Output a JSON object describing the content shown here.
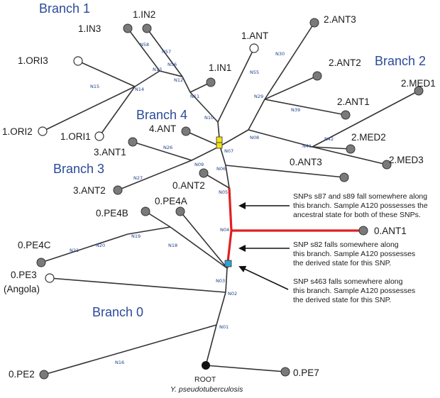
{
  "branches": {
    "b0": "Branch 0",
    "b1": "Branch 1",
    "b2": "Branch 2",
    "b3": "Branch 3",
    "b4": "Branch 4"
  },
  "tips": {
    "IN2": "1.IN2",
    "IN3": "1.IN3",
    "ORI3": "1.ORI3",
    "ORI2": "1.ORI2",
    "ORI1": "1.ORI1",
    "ANT1b": "1.ANT",
    "IN1": "1.IN1",
    "ANT3a": "2.ANT3",
    "ANT2a": "2.ANT2",
    "ANT1a": "2.ANT1",
    "MED1": "2.MED1",
    "MED2": "2.MED2",
    "MED3": "2.MED3",
    "ANT4": "4.ANT",
    "ANT31": "3.ANT1",
    "ANT32": "3.ANT2",
    "ANT03": "0.ANT3",
    "ANT02": "0.ANT2",
    "PE4A": "0.PE4A",
    "PE4B": "0.PE4B",
    "PE4C": "0.PE4C",
    "PE3": "0.PE3",
    "PE3b": "(Angola)",
    "ANT01": "0.ANT1",
    "PE2": "0.PE2",
    "PE7": "0.PE7",
    "ROOT": "ROOT",
    "ROOTsub": "Y. pseudotuberculosis"
  },
  "nodes": {
    "N58": "N58",
    "N57": "N57",
    "N56": "N56",
    "N13": "N13",
    "N12": "N12",
    "N15": "N15",
    "N14": "N14",
    "N11": "N11",
    "N55": "N55",
    "N10": "N10",
    "N30": "N30",
    "N29": "N29",
    "N39": "N39",
    "N08": "N08",
    "N42": "N42",
    "N41": "N41",
    "N07": "N07",
    "N26": "N26",
    "N09": "N09",
    "N27": "N27",
    "N06": "N06",
    "N05": "N05",
    "N04": "N04",
    "N21": "N21",
    "N20": "N20",
    "N19": "N19",
    "N18": "N18",
    "N03": "N03",
    "N02": "N02",
    "N01": "N01",
    "N16": "N16"
  },
  "notes": {
    "n1": [
      "SNPs s87 and s89 fall somewhere along",
      "this branch. Sample A120 possesses the",
      "ancestral state for both of these SNPs."
    ],
    "n2": [
      "SNP s82 falls somewhere along",
      "this branch. Sample A120 possesses",
      "the derived state for this SNP."
    ],
    "n3": [
      "SNP s463 falls somewhere along",
      "this branch. Sample A120 possesses",
      "the derived state for this SNP."
    ]
  },
  "colors": {
    "grey_tip": "#7a7a7a",
    "white_tip": "#ffffff",
    "root": "#111111",
    "highlight_edge": "#e02020",
    "marker_yellow": "#f2e21a",
    "marker_blue": "#2aa6d6",
    "branch_text": "#2a4a9a"
  }
}
